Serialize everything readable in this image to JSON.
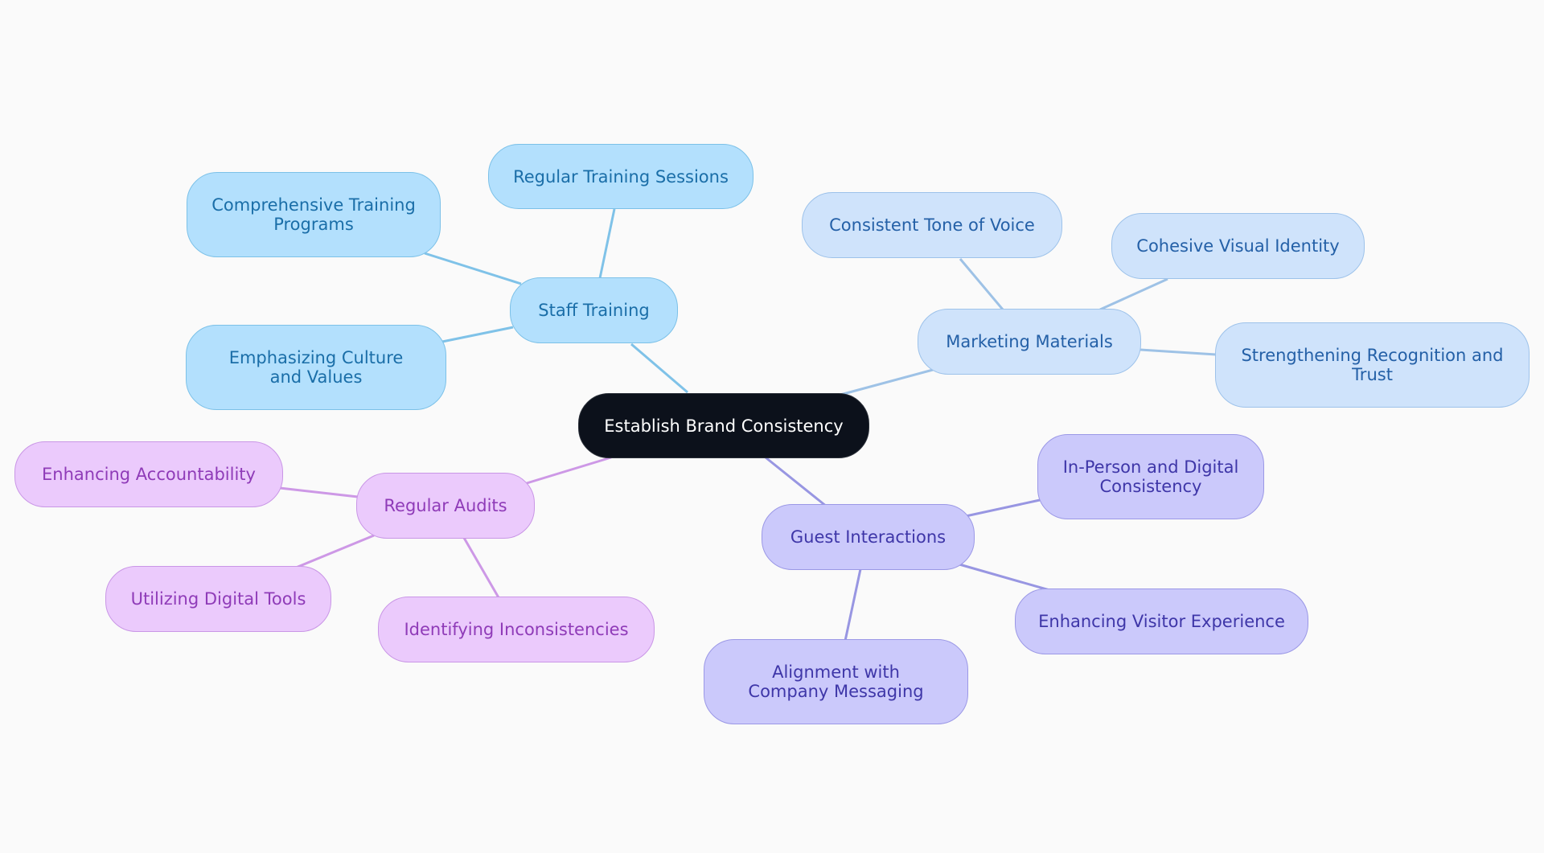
{
  "colors": {
    "background": "#fafafa",
    "root": "#0c111b",
    "staff": "#b3e0fd",
    "marketing": "#cfe3fb",
    "audit": "#ebcafc",
    "guest": "#cbc9fb",
    "staff_edge": "#7fc2e8",
    "marketing_edge": "#9ec2e6",
    "audit_edge": "#cd98e6",
    "guest_edge": "#9896e2"
  },
  "root": {
    "label": "Establish Brand Consistency"
  },
  "staff_training": {
    "label": "Staff Training",
    "children": [
      {
        "label": "Regular Training Sessions"
      },
      {
        "label": "Comprehensive Training Programs"
      },
      {
        "label": "Emphasizing Culture and Values"
      }
    ]
  },
  "marketing_materials": {
    "label": "Marketing Materials",
    "children": [
      {
        "label": "Consistent Tone of Voice"
      },
      {
        "label": "Cohesive Visual Identity"
      },
      {
        "label": "Strengthening Recognition and Trust"
      }
    ]
  },
  "regular_audits": {
    "label": "Regular Audits",
    "children": [
      {
        "label": "Enhancing Accountability"
      },
      {
        "label": "Utilizing Digital Tools"
      },
      {
        "label": "Identifying Inconsistencies"
      }
    ]
  },
  "guest_interactions": {
    "label": "Guest Interactions",
    "children": [
      {
        "label": "In-Person and Digital Consistency"
      },
      {
        "label": "Enhancing Visitor Experience"
      },
      {
        "label": "Alignment with Company Messaging"
      }
    ]
  }
}
